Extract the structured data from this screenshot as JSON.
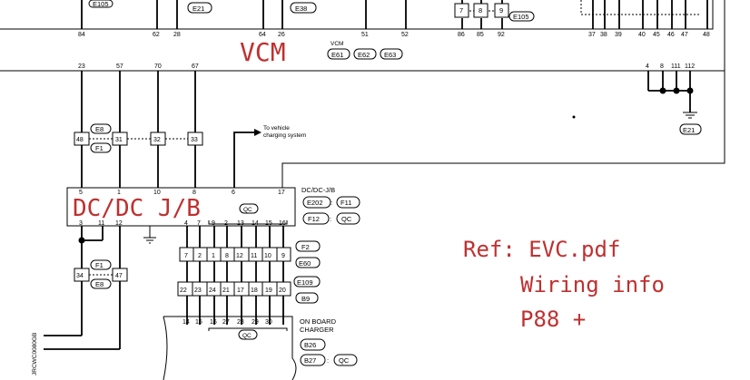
{
  "vcm": {
    "big_label": "VCM",
    "small_label": "VCM",
    "connectors": [
      "E61",
      "E62",
      "E63"
    ],
    "top_pins": [
      "84",
      "62",
      "28",
      "64",
      "26",
      "51",
      "52",
      "86",
      "85",
      "92",
      "37",
      "38",
      "39",
      "40",
      "45",
      "46",
      "47",
      "48"
    ],
    "bottom_pins": [
      "23",
      "57",
      "70",
      "67",
      "4",
      "8",
      "111",
      "112"
    ],
    "top_tags": [
      "E105",
      "E21",
      "E38",
      "E105"
    ],
    "top_boxes": [
      "7",
      "8",
      "9"
    ]
  },
  "ground_tag": "E21",
  "junction": {
    "left_boxes": [
      "48",
      "31",
      "32",
      "33"
    ],
    "tag_top": "E8",
    "tag_bottom": "F1"
  },
  "arrow_label": [
    "To vehicle",
    "charging system"
  ],
  "dcdc": {
    "big_label": "DC/DC J/B",
    "title": "DC/DC-J/B",
    "top_pins": [
      "5",
      "1",
      "10",
      "8",
      "6",
      "17"
    ],
    "bottom_pins": [
      "3",
      "11",
      "12",
      "4",
      "7",
      "9",
      "2",
      "13",
      "14",
      "15",
      "16"
    ],
    "qc_tag": "QC",
    "conn_e202": "E202",
    "conn_f11": "F11",
    "conn_f12": "F12",
    "conn_qc": "QC"
  },
  "lower_left": {
    "boxes": [
      "34",
      "47"
    ],
    "tag_top": "F1",
    "tag_bottom": "E8"
  },
  "f2_row": {
    "boxes": [
      "7",
      "2",
      "1",
      "8",
      "12",
      "11",
      "10",
      "9"
    ],
    "tag_top": "F2",
    "tag_bottom": "E60"
  },
  "e109_row": {
    "boxes": [
      "22",
      "23",
      "24",
      "21",
      "17",
      "18",
      "19",
      "20"
    ],
    "tag_top": "E109",
    "tag_bottom": "B9"
  },
  "charger": {
    "pins": [
      "14",
      "15",
      "16",
      "27",
      "28",
      "29",
      "30"
    ],
    "label_line1": "ON BOARD",
    "label_line2": "CHARGER",
    "qc": "QC",
    "conn_b26": "B26",
    "conn_b27": "B27",
    "conn_qc": "QC"
  },
  "side_code": "JRCWC0080GB",
  "ref": {
    "line1": "Ref: EVC.pdf",
    "line2": "Wiring info",
    "line3": "P88 +"
  }
}
